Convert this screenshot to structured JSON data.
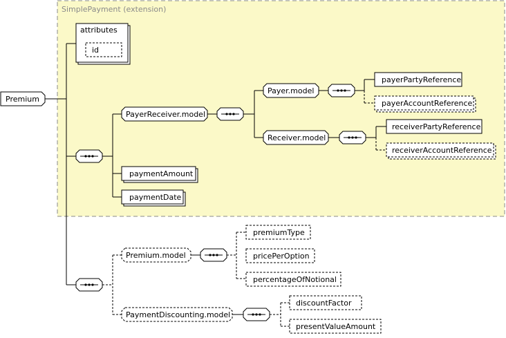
{
  "extension": {
    "label": "SimplePayment (extension)"
  },
  "root": {
    "label": "Premium"
  },
  "attributes": {
    "label": "attributes",
    "id_label": "id"
  },
  "elements": {
    "payer_receiver_model": "PayerReceiver.model",
    "payer_model": "Payer.model",
    "receiver_model": "Receiver.model",
    "payer_party_reference": "payerPartyReference",
    "payer_account_reference": "payerAccountReference",
    "receiver_party_reference": "receiverPartyReference",
    "receiver_account_reference": "receiverAccountReference",
    "payment_amount": "paymentAmount",
    "payment_date": "paymentDate",
    "premium_model": "Premium.model",
    "premium_type": "premiumType",
    "price_per_option": "pricePerOption",
    "percentage_of_notional": "percentageOfNotional",
    "payment_discounting_model": "PaymentDiscounting.model",
    "discount_factor": "discountFactor",
    "present_value_amount": "presentValueAmount"
  },
  "colors": {
    "extension_fill": "#fbf9c8",
    "extension_border": "#8a8a8a",
    "node_fill": "#ffffff",
    "stroke": "#000000"
  }
}
